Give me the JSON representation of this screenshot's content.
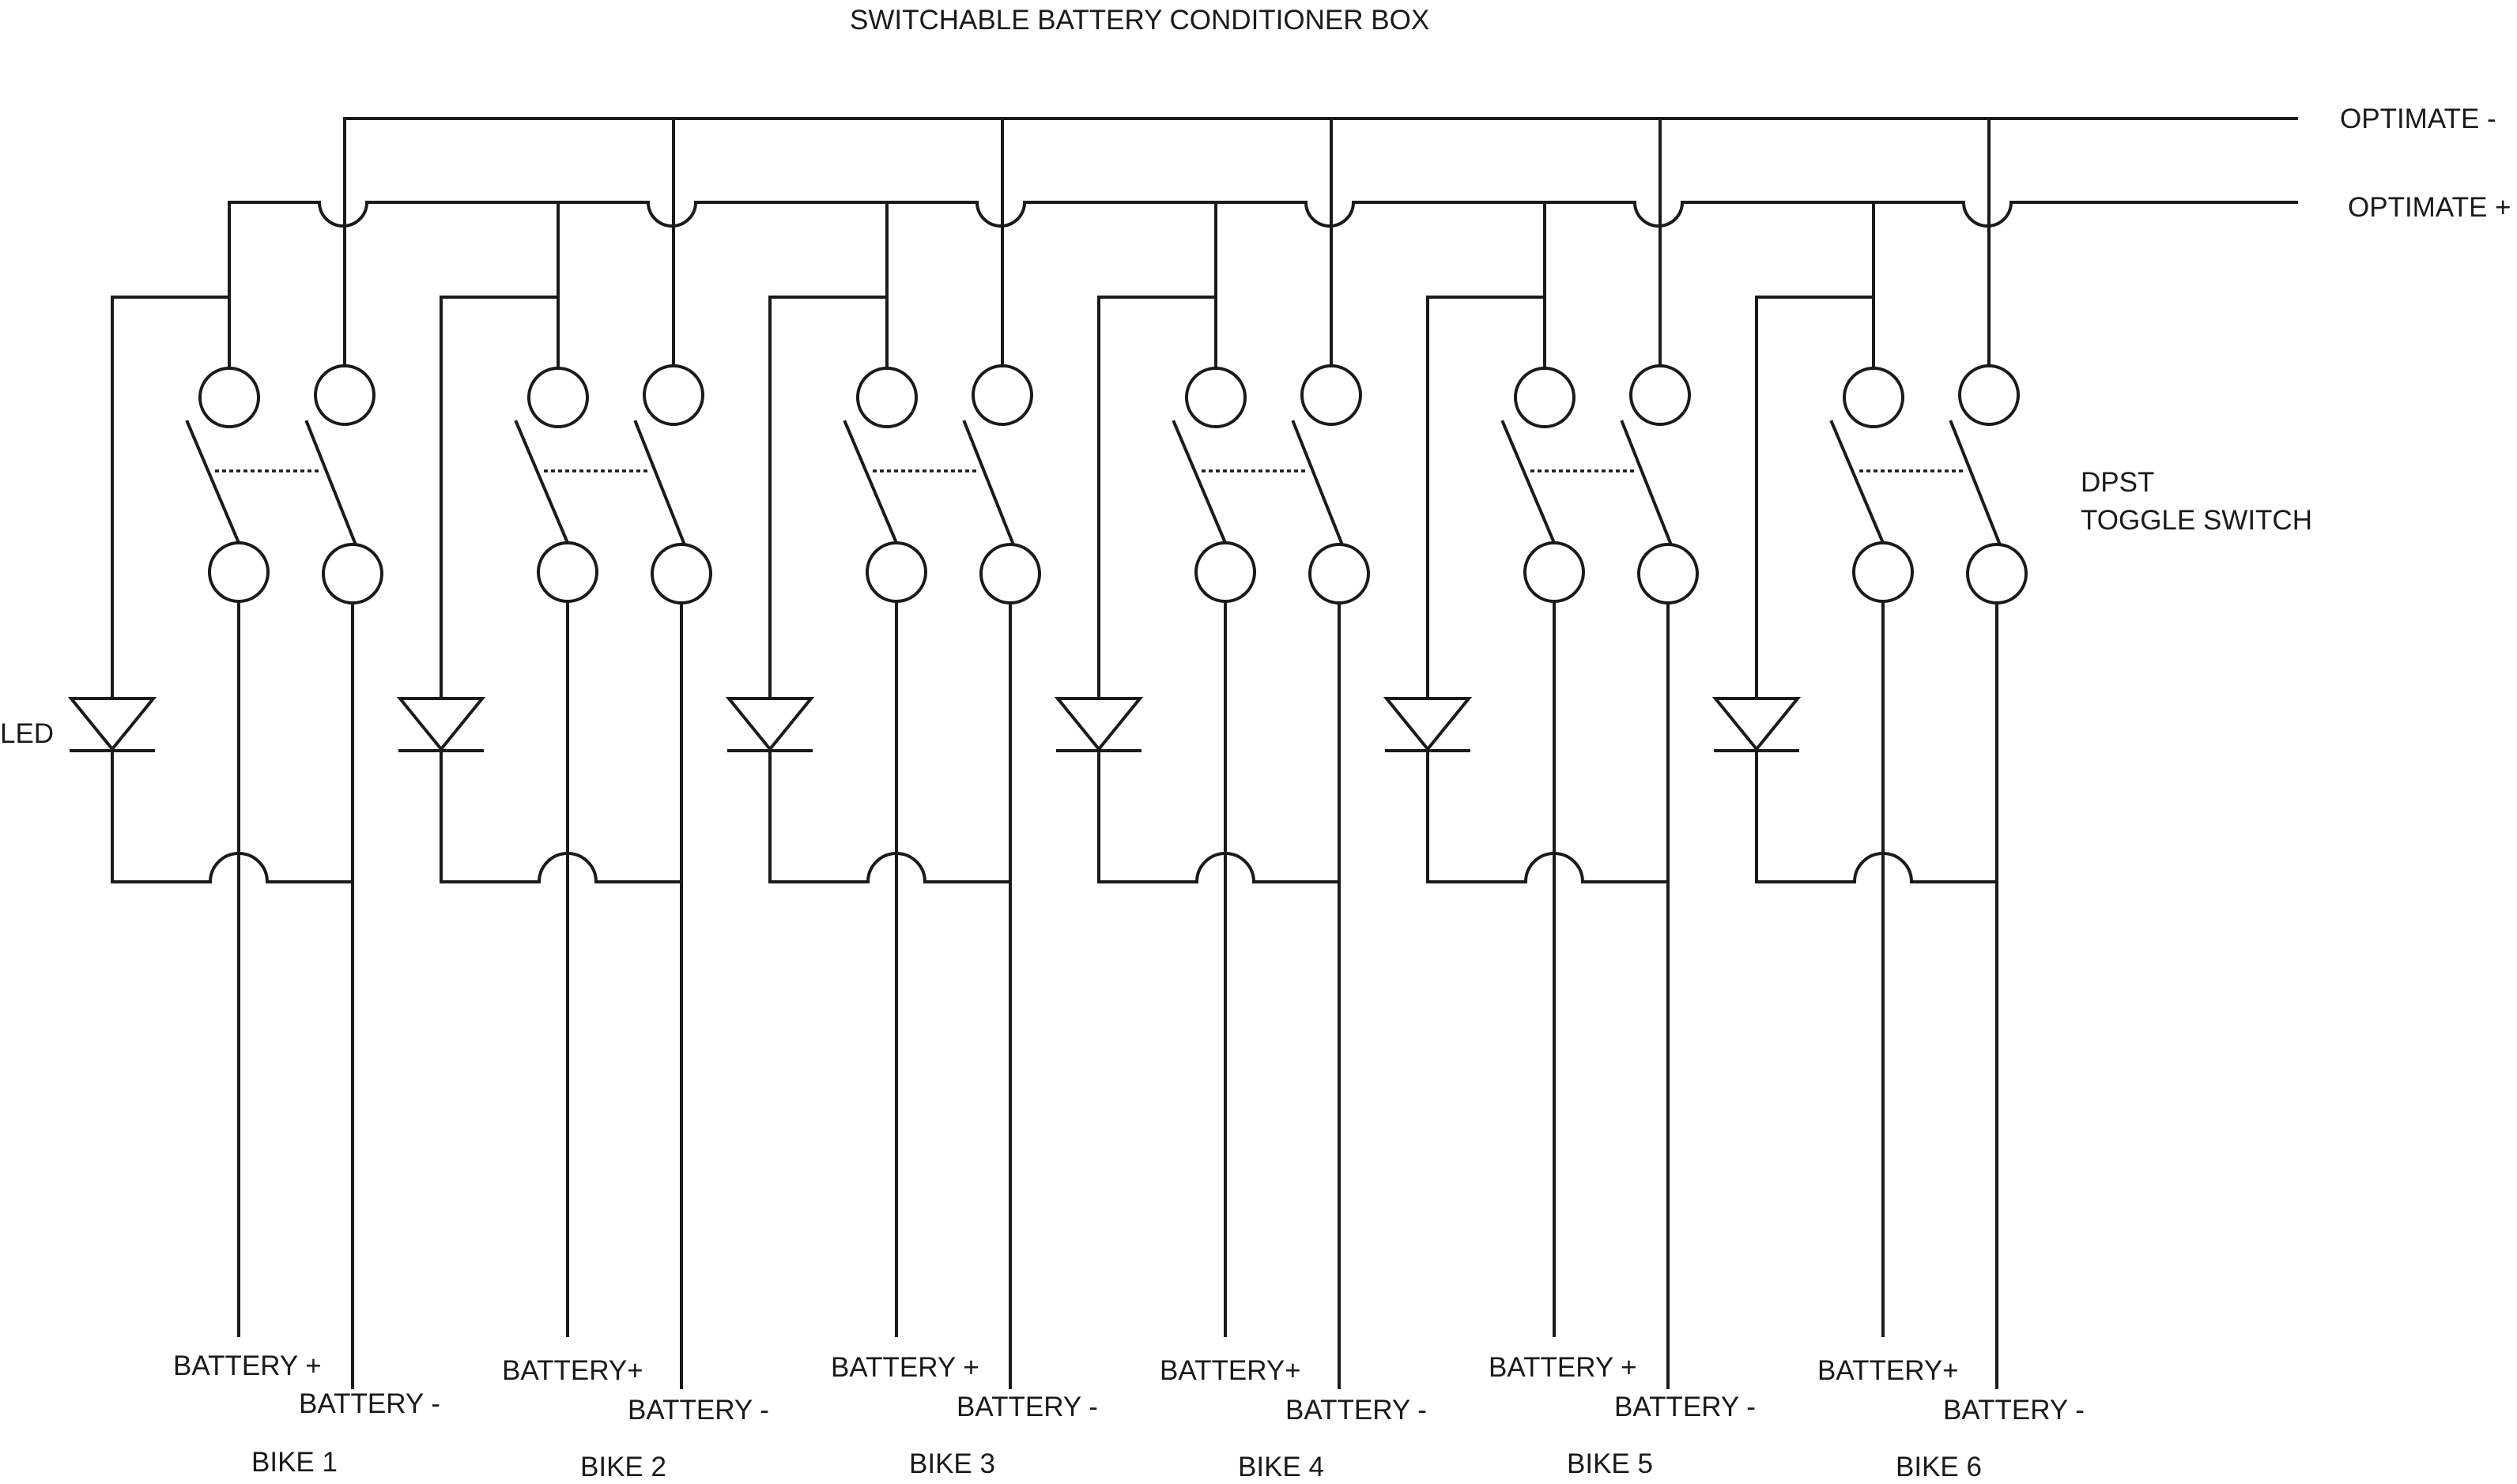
{
  "title": "SWITCHABLE BATTERY CONDITIONER BOX",
  "rails": {
    "negative": "OPTIMATE -",
    "positive": "OPTIMATE +"
  },
  "switch_label": [
    "DPST",
    "TOGGLE SWITCH"
  ],
  "led_label": "LED",
  "bikes": [
    {
      "name": "BIKE 1",
      "battery_pos": "BATTERY +",
      "battery_neg": "BATTERY -"
    },
    {
      "name": "BIKE 2",
      "battery_pos": "BATTERY+",
      "battery_neg": "BATTERY -"
    },
    {
      "name": "BIKE 3",
      "battery_pos": "BATTERY +",
      "battery_neg": "BATTERY -"
    },
    {
      "name": "BIKE 4",
      "battery_pos": "BATTERY+",
      "battery_neg": "BATTERY -"
    },
    {
      "name": "BIKE 5",
      "battery_pos": "BATTERY +",
      "battery_neg": "BATTERY -"
    },
    {
      "name": "BIKE 6",
      "battery_pos": "BATTERY+",
      "battery_neg": "BATTERY -"
    }
  ]
}
